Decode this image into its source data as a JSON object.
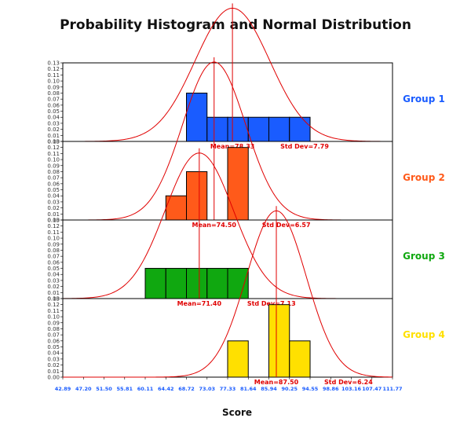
{
  "chart_data": {
    "type": "bar",
    "title": "Probability Histogram and Normal Distribution",
    "xlabel": "Score",
    "ylabel": "",
    "x_ticks": [
      "42.89",
      "47.20",
      "51.50",
      "55.81",
      "60.11",
      "64.42",
      "68.72",
      "73.03",
      "77.33",
      "81.64",
      "85.94",
      "90.25",
      "94.55",
      "98.86",
      "103.16",
      "107.47",
      "111.77"
    ],
    "y_ticks": [
      "0.00",
      "0.01",
      "0.02",
      "0.03",
      "0.04",
      "0.05",
      "0.06",
      "0.07",
      "0.08",
      "0.09",
      "0.10",
      "0.11",
      "0.12",
      "0.13"
    ],
    "xlim": [
      42.89,
      111.77
    ],
    "ylim": [
      0,
      0.13
    ],
    "bin_width": 4.305,
    "series": [
      {
        "name": "Group 1",
        "color": "#1a5cff",
        "bins": [
          {
            "x0": 68.72,
            "density": 0.08
          },
          {
            "x0": 73.03,
            "density": 0.04
          },
          {
            "x0": 77.33,
            "density": 0.04
          },
          {
            "x0": 81.64,
            "density": 0.04
          },
          {
            "x0": 85.94,
            "density": 0.04
          },
          {
            "x0": 90.25,
            "density": 0.04
          }
        ],
        "mean": 78.33,
        "std": 7.79,
        "mean_label": "Mean=78.33",
        "std_label": "Std Dev=7.79"
      },
      {
        "name": "Group 2",
        "color": "#ff5a1a",
        "bins": [
          {
            "x0": 64.42,
            "density": 0.04
          },
          {
            "x0": 68.72,
            "density": 0.08
          },
          {
            "x0": 77.33,
            "density": 0.12
          }
        ],
        "mean": 74.5,
        "std": 6.57,
        "mean_label": "Mean=74.50",
        "std_label": "Std Dev=6.57"
      },
      {
        "name": "Group 3",
        "color": "#10a810",
        "bins": [
          {
            "x0": 60.11,
            "density": 0.05
          },
          {
            "x0": 64.42,
            "density": 0.05
          },
          {
            "x0": 68.72,
            "density": 0.05
          },
          {
            "x0": 73.03,
            "density": 0.05
          },
          {
            "x0": 77.33,
            "density": 0.05
          }
        ],
        "mean": 71.4,
        "std": 7.13,
        "mean_label": "Mean=71.40",
        "std_label": "Std Dev=7.13"
      },
      {
        "name": "Group 4",
        "color": "#ffe000",
        "bins": [
          {
            "x0": 77.33,
            "density": 0.06
          },
          {
            "x0": 85.94,
            "density": 0.12
          },
          {
            "x0": 90.25,
            "density": 0.06
          }
        ],
        "mean": 87.5,
        "std": 6.24,
        "mean_label": "Mean=87.50",
        "std_label": "Std Dev=6.24"
      }
    ],
    "legend_placement": "right",
    "grid": false
  }
}
